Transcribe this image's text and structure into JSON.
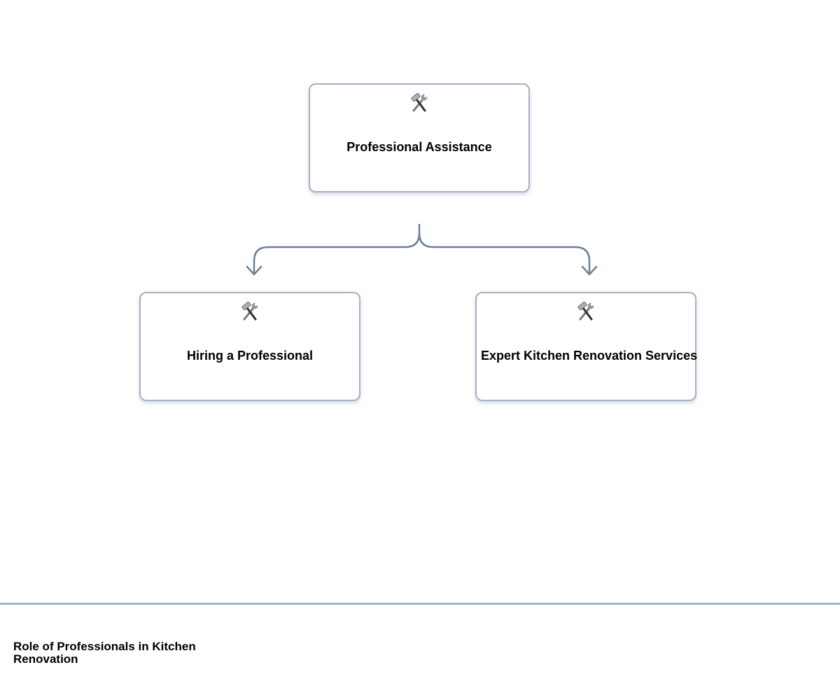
{
  "diagram": {
    "root": {
      "icon": "hammer-and-wrench-icon",
      "label": "Professional Assistance"
    },
    "children": [
      {
        "icon": "hammer-and-wrench-icon",
        "label": "Hiring a Professional"
      },
      {
        "icon": "hammer-and-wrench-icon",
        "label": "Expert Kitchen Renovation Services"
      }
    ],
    "colors": {
      "node_border": "#a3b1c6",
      "connector": "#6b8099",
      "text": "#000000"
    }
  },
  "footer": {
    "title": "Role of Professionals in Kitchen Renovation"
  }
}
